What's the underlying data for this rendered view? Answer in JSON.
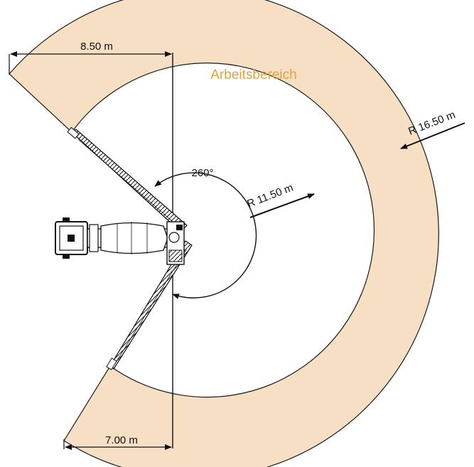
{
  "colors": {
    "work_area_fill": "#f6dfc3",
    "work_area_stroke": "#1a1a1a",
    "label_accent": "#e0a43a",
    "line": "#111111"
  },
  "diagram": {
    "zone_label": "Arbeitsbereich",
    "outer_radius_label": "R 16.50 m",
    "inner_radius_label": "R 11.50 m",
    "rotation_angle_label": "260°",
    "top_offset_label": "8.50 m",
    "bottom_offset_label": "7.00 m"
  },
  "icons": {
    "vehicle": "concrete-pump-truck-icon",
    "boom": "boom-arm-icon"
  }
}
